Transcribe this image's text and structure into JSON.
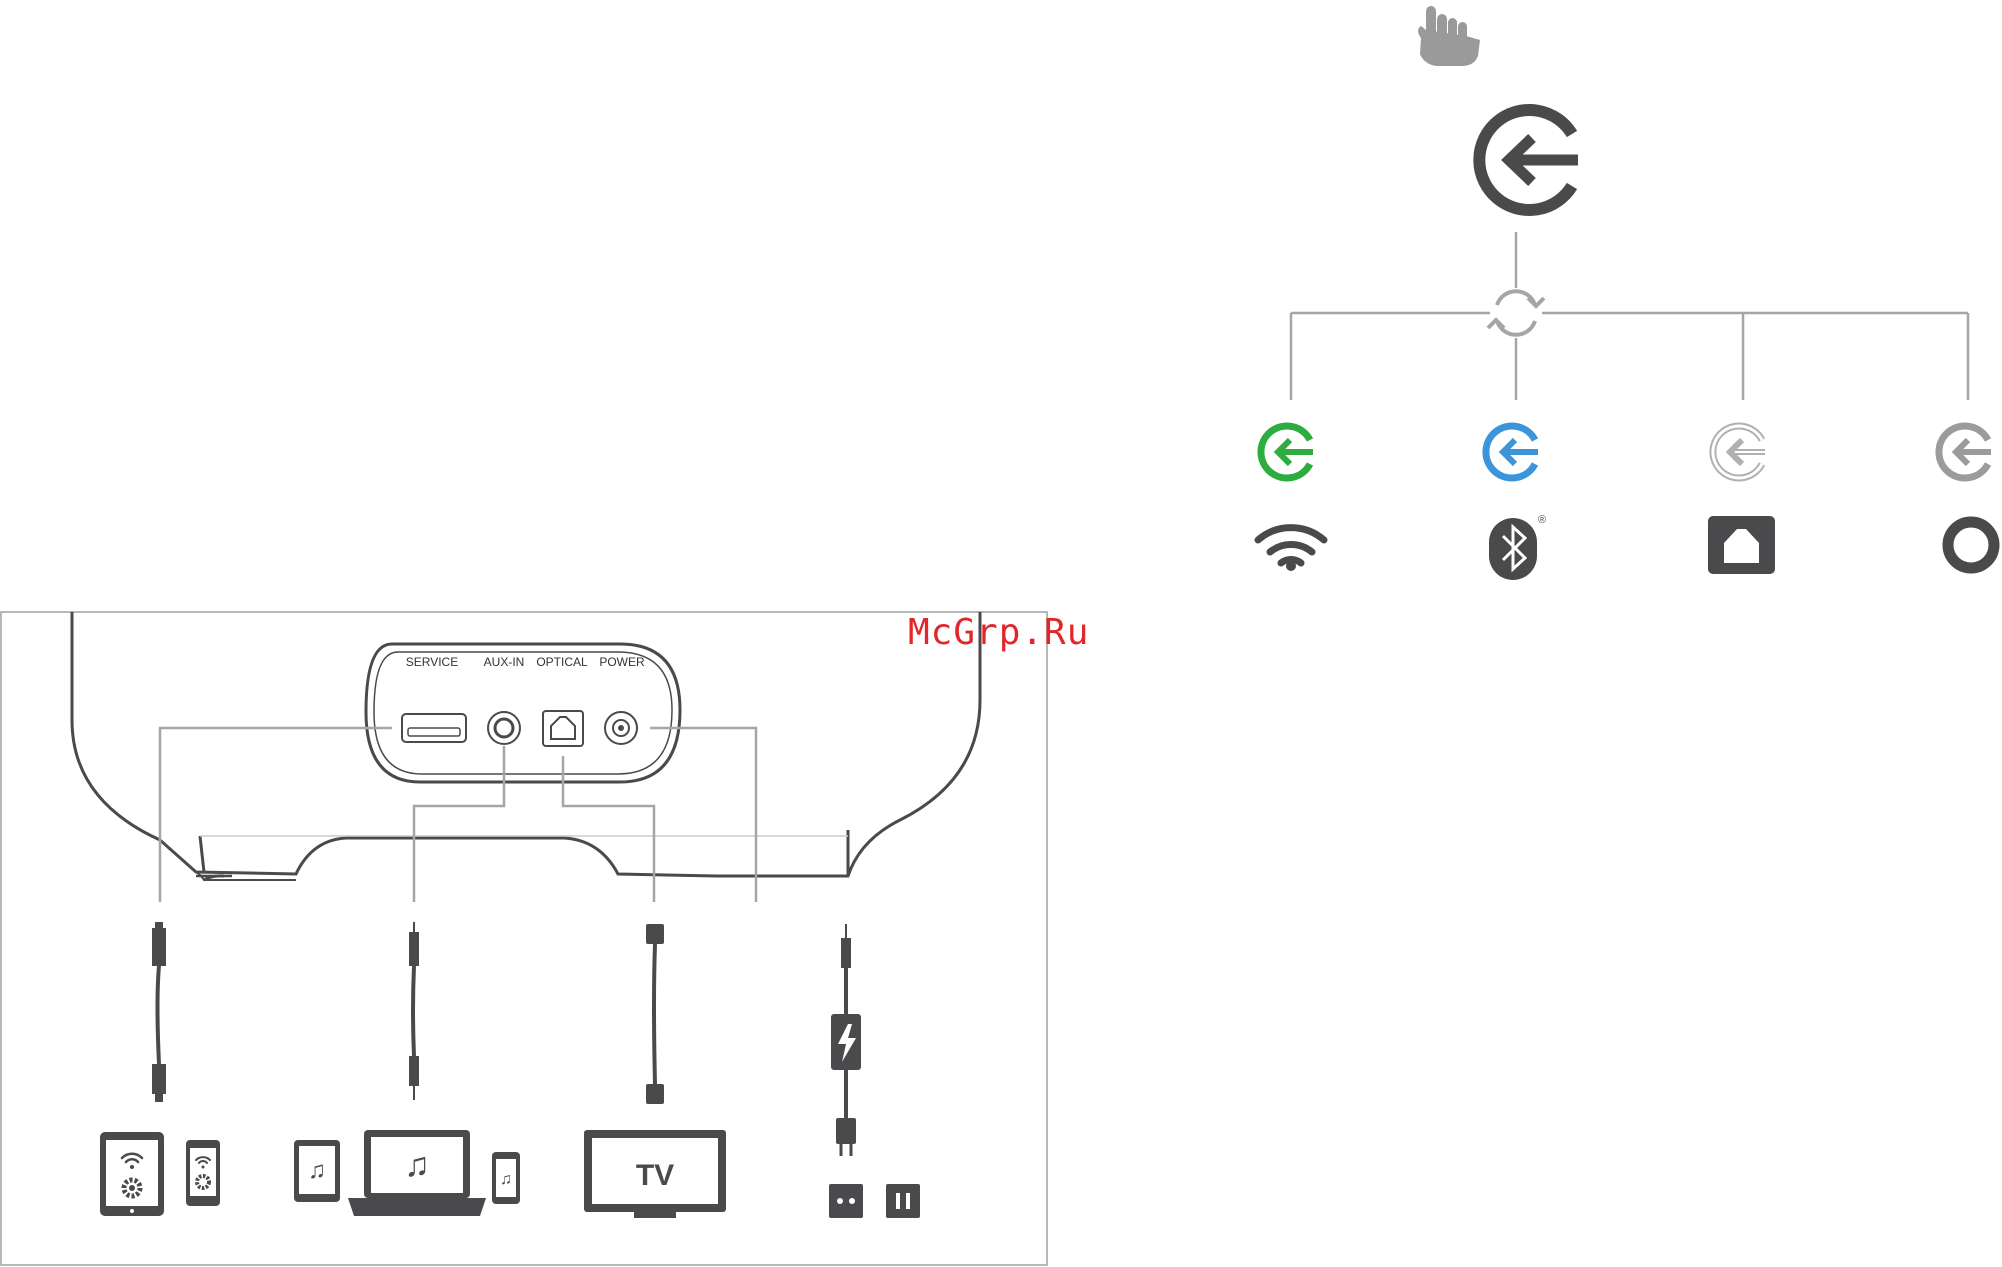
{
  "watermark": "McGrp.Ru",
  "panel_ports": {
    "service": "SERVICE",
    "aux_in": "AUX-IN",
    "optical": "OPTICAL",
    "power": "POWER"
  },
  "devices": {
    "tv_label": "TV"
  },
  "source_icons": [
    "wifi-icon",
    "bluetooth-icon",
    "optical-port-icon",
    "aux-ring-icon"
  ],
  "bluetooth_mark": "®",
  "colors": {
    "dark": "#4a4a4d",
    "line": "#a6a6a6",
    "wifi_green": "#2dad3f",
    "bluetooth_blue": "#3c95d8",
    "inactive_gray": "#9b9b9b",
    "hand_gray": "#9a9a9a",
    "watermark_red": "#e0282c"
  }
}
